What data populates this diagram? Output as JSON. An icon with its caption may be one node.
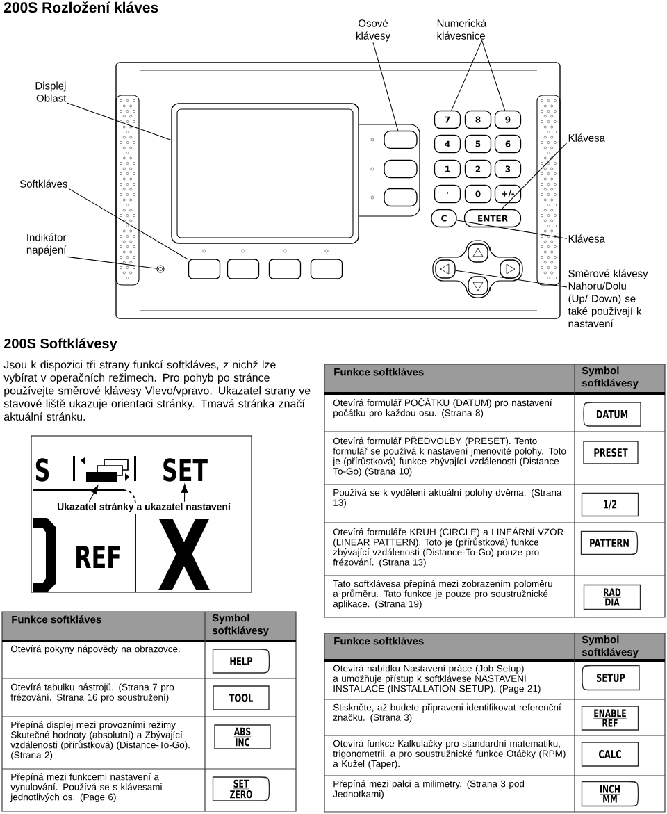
{
  "diagram": {
    "title": "200S Rozložení kláves",
    "nodes": [
      {
        "text": [
          "Osové klávesy"
        ]
      },
      {
        "text": [
          "Numerická klávesnice"
        ]
      },
      {
        "text": [
          "Displej Oblast"
        ]
      },
      {
        "text": [],
        "shape": "box"
      },
      {
        "text": [],
        "shape": "box"
      },
      {
        "text": [],
        "shape": "box"
      },
      {
        "text": [],
        "shape": "box"
      },
      {
        "text": [
          "7"
        ]
      },
      {
        "text": [
          "8"
        ]
      },
      {
        "text": [
          "9"
        ]
      },
      {
        "text": [
          "4"
        ]
      },
      {
        "text": [
          "5"
        ]
      },
      {
        "text": [
          "6"
        ]
      },
      {
        "text": [
          "1"
        ]
      },
      {
        "text": [
          "2"
        ]
      },
      {
        "text": [
          "3"
        ]
      },
      {
        "text": [
          "·"
        ]
      },
      {
        "text": [
          "0"
        ]
      },
      {
        "text": [
          "+/-"
        ]
      },
      {
        "text": [
          "Klávesa"
        ]
      },
      {
        "text": [
          "Softkláves"
        ]
      },
      {
        "text": [
          "C"
        ]
      },
      {
        "text": [
          "ENTER"
        ]
      },
      {
        "text": [
          "Klávesa"
        ]
      },
      {
        "text": [
          "Indikátor napájení"
        ]
      },
      {
        "text": [],
        "shape": "circle"
      },
      {
        "text": [],
        "shape": "box"
      },
      {
        "text": [],
        "shape": "box"
      },
      {
        "text": [],
        "shape": "box"
      },
      {
        "text": [],
        "shape": "box"
      },
      {
        "text": [],
        "shape": "box"
      },
      {
        "text": [],
        "shape": "box"
      },
      {
        "text": [],
        "shape": "box"
      },
      {
        "text": [],
        "shape": "box"
      },
      {
        "text": [
          "Směrové klávesy Nahoru/Dolu (Up/ Down) se také používají k nastavení"
        ]
      },
      {
        "text": [],
        "shape": "picture"
      },
      {
        "text": [
          "SET"
        ]
      },
      {
        "text": [
          "Ukazatel stránky a ukazatel nastavení"
        ]
      },
      {
        "text": [
          "DATUM"
        ]
      },
      {
        "text": [
          "PRESET"
        ]
      },
      {
        "text": [
          "1/2"
        ]
      },
      {
        "text": [
          "PATTERN"
        ]
      },
      {
        "text": [
          "RAD",
          "DIA"
        ]
      },
      {
        "text": [
          "HELP"
        ]
      },
      {
        "text": [
          "TOOL"
        ]
      },
      {
        "text": [
          "ABS",
          "INC"
        ]
      },
      {
        "text": [
          "SET",
          "ZERO"
        ]
      },
      {
        "text": [
          "SETUP"
        ]
      },
      {
        "text": [
          "ENABLE",
          "REF"
        ]
      },
      {
        "text": [
          "CALC"
        ]
      },
      {
        "text": [
          "INCH",
          "MM"
        ]
      }
    ],
    "edges": [
      {
        "from": 0,
        "to": 4,
        "arrow": "none"
      },
      {
        "from": 1,
        "to": 7,
        "arrow": "none"
      },
      {
        "from": 1,
        "to": 9,
        "arrow": "none"
      },
      {
        "from": 2,
        "to": 3,
        "arrow": "none"
      },
      {
        "from": 19,
        "to": 22,
        "arrow": "none"
      },
      {
        "from": 20,
        "to": 26,
        "arrow": "none"
      },
      {
        "from": 23,
        "to": 21,
        "arrow": "none"
      },
      {
        "from": 24,
        "to": 25,
        "arrow": "none"
      },
      {
        "from": 34,
        "to": 31,
        "arrow": "none"
      },
      {
        "from": 37,
        "to": 35,
        "arrow": "to"
      },
      {
        "from": 37,
        "to": 36,
        "arrow": "to"
      }
    ],
    "labels": [
      "200S Softklávesy",
      "Jsou k dispozici tři strany funkcí softkláves, z nichž lze vybírat v operačních režimech. Pro pohyb po stránce používejte směrové klávesy Vlevo/vpravo. Ukazatel strany ve stavové liště ukazuje orientaci stránky. Tmavá stránka značí aktuální stránku.",
      "S",
      "REF",
      "X",
      "Funkce softkláves",
      "Symbol softklávesy",
      "Otevírá formulář POČÁTKU (DATUM) pro nastavení počátku pro každou osu. (Strana 8)",
      "Otevírá formulář PŘEDVOLBY (PRESET). Tento formulář se používá k nastavení jmenovité polohy. Toto je (přírůstková) funkce zbývající vzdálenosti (Distance-To-Go) (Strana 10)",
      "Používá se k vydělení aktuální polohy dvěma. (Strana 13)",
      "Otevírá formuláře KRUH (CIRCLE) a LINEÁRNÍ VZOR (LINEAR PATTERN). Toto je (přírůstková) funkce zbývající vzdálenosti (Distance-To-Go) pouze pro frézování. (Strana 13)",
      "Tato softklávesa přepíná mezi zobrazením poloměru a průměru. Tato funkce je pouze pro soustružnické aplikace. (Strana 19)",
      "Funkce softkláves",
      "Symbol softklávesy",
      "Otevírá pokyny nápovědy na obrazovce.",
      "Otevírá tabulku nástrojů. (Strana 7 pro frézování. Strana 16 pro soustružení)",
      "Přepíná displej mezi provozními režimy Skutečné hodnoty (absolutní) a Zbývající vzdálenosti (přírůstková) (Distance-To-Go). (Strana 2)",
      "Přepíná mezi funkcemi nastavení a vynulování. Používá se s klávesami jednotlivých os. (Page 6)",
      "Funkce softkláves",
      "Symbol softklávesy",
      "Otevírá nabídku Nastavení práce (Job Setup) a umožňuje přístup k softklávese NASTAVENÍ INSTALACE (INSTALLATION SETUP). (Page 21)",
      "Stiskněte, až budete připraveni identifikovat referenční značku. (Strana 3)",
      "Otevírá funkce Kalkulačky pro standardní matematiku, trigonometrii, a pro soustružnické funkce Otáčky (RPM) a Kužel (Taper).",
      "Přepíná mezi palci a milimetry. (Strana 3 pod Jednotkami)"
    ]
  }
}
